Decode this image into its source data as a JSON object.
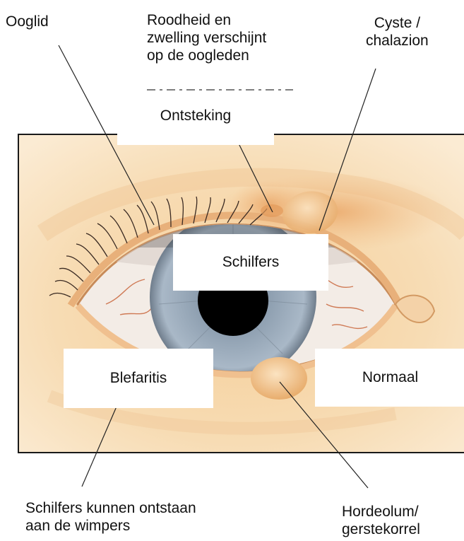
{
  "labels": {
    "ooglid": "Ooglid",
    "roodheid": [
      "Roodheid en",
      "zwelling verschijnt",
      "op de oogleden"
    ],
    "cyste": [
      "Cyste /",
      "chalazion"
    ],
    "ontsteking": "Ontsteking",
    "schilfers": "Schilfers",
    "blefaritis": "Blefaritis",
    "normaal": "Normaal",
    "schilfers_wimpers": [
      "Schilfers kunnen ontstaan",
      "aan de wimpers"
    ],
    "hordeolum": [
      "Hordeolum/",
      "gerstekorrel"
    ]
  }
}
